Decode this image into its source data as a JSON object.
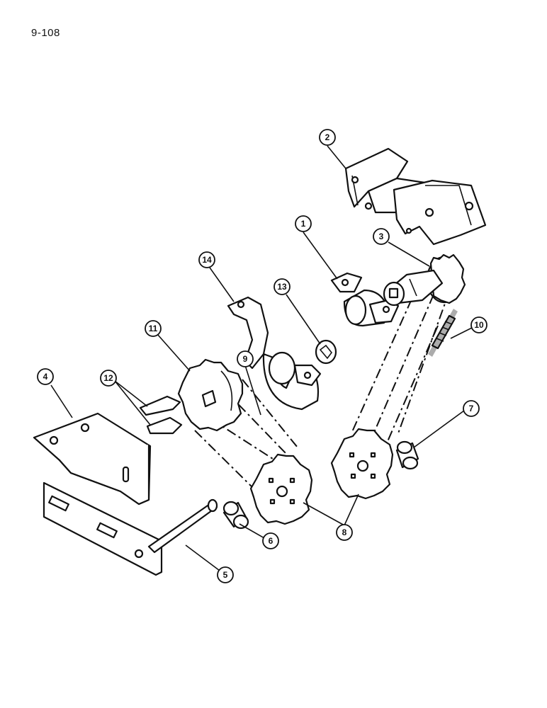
{
  "page_number": "9-108",
  "callouts": [
    {
      "label": "1"
    },
    {
      "label": "2"
    },
    {
      "label": "3"
    },
    {
      "label": "4"
    },
    {
      "label": "5"
    },
    {
      "label": "6"
    },
    {
      "label": "7"
    },
    {
      "label": "8"
    },
    {
      "label": "9"
    },
    {
      "label": "10"
    },
    {
      "label": "11"
    },
    {
      "label": "12"
    },
    {
      "label": "13"
    },
    {
      "label": "14"
    }
  ]
}
